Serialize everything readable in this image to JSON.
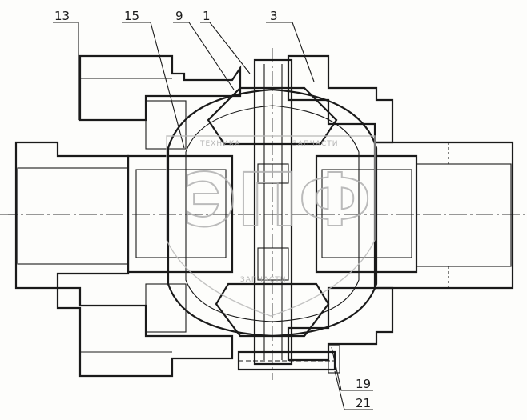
{
  "callouts": [
    {
      "id": "callout-13",
      "label": "13"
    },
    {
      "id": "callout-15",
      "label": "15"
    },
    {
      "id": "callout-9",
      "label": "9"
    },
    {
      "id": "callout-1",
      "label": "1"
    },
    {
      "id": "callout-3",
      "label": "3"
    },
    {
      "id": "callout-19",
      "label": "19"
    },
    {
      "id": "callout-21",
      "label": "21"
    }
  ],
  "watermark": {
    "logo": "ЭПФ",
    "top_left": "ТЕХНИКА",
    "top_right": "ЗАПЧАСТИ",
    "bottom": "ЗАПЧАСТИ"
  }
}
